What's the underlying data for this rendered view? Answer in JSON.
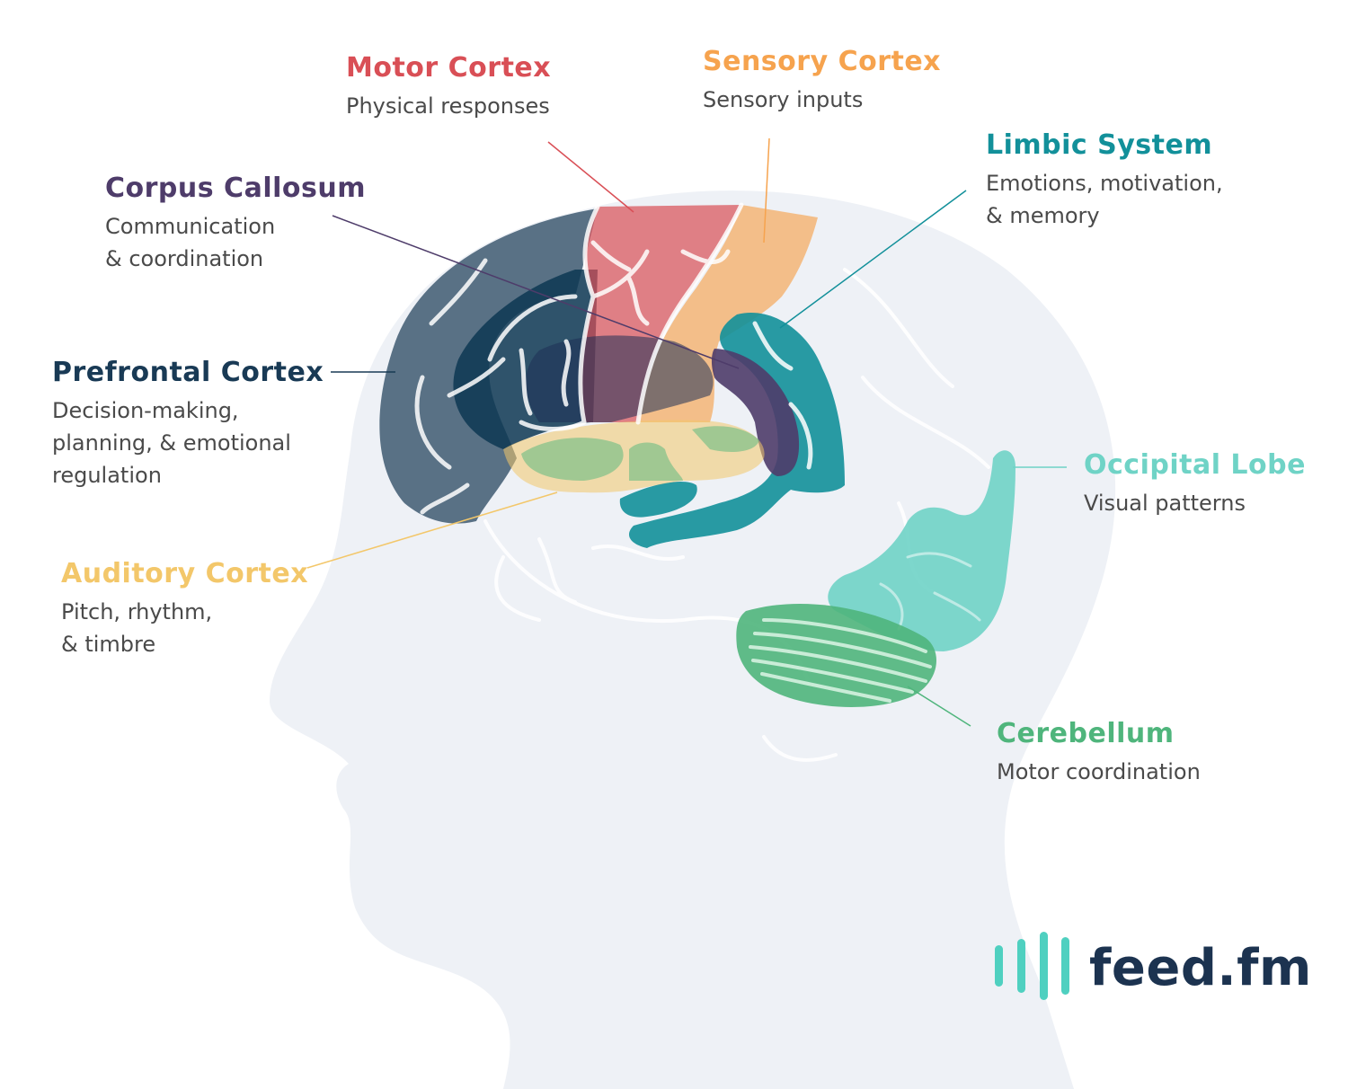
{
  "colors": {
    "head": "#eef1f6",
    "motor": "#d94f56",
    "sensory": "#f6a34e",
    "limbic": "#12909a",
    "corpus": "#4e3c6a",
    "prefrontal": "#193a55",
    "auditory": "#f3c76a",
    "occipital": "#6fd3c6",
    "cerebellum": "#4fb57c",
    "description": "#4a4a4a",
    "brand_text": "#1c3350",
    "brand_bars": "#4fd0c0"
  },
  "regions": {
    "motor": {
      "title": "Motor Cortex",
      "desc": [
        "Physical responses"
      ]
    },
    "sensory": {
      "title": "Sensory Cortex",
      "desc": [
        "Sensory inputs"
      ]
    },
    "limbic": {
      "title": "Limbic System",
      "desc": [
        "Emotions, motivation,",
        "& memory"
      ]
    },
    "corpus": {
      "title": "Corpus Callosum",
      "desc": [
        "Communication",
        "& coordination"
      ]
    },
    "prefrontal": {
      "title": "Prefrontal Cortex",
      "desc": [
        "Decision-making,",
        "planning, & emotional",
        "regulation"
      ]
    },
    "occipital": {
      "title": "Occipital Lobe",
      "desc": [
        "Visual patterns"
      ]
    },
    "auditory": {
      "title": "Auditory Cortex",
      "desc": [
        "Pitch, rhythm,",
        "& timbre"
      ]
    },
    "cerebellum": {
      "title": "Cerebellum",
      "desc": [
        "Motor coordination"
      ]
    }
  },
  "brand": {
    "name": "feed.fm",
    "icon": "sound-bars-icon"
  }
}
